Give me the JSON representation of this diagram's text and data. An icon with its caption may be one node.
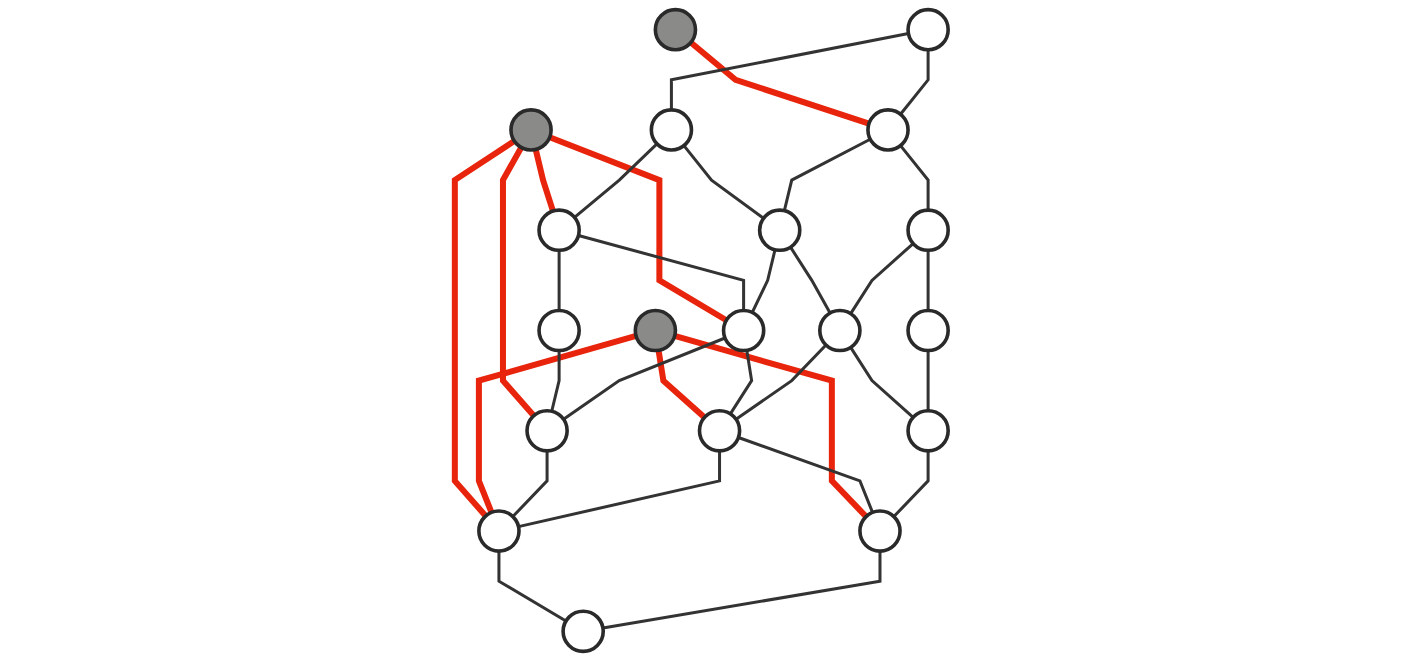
{
  "diagram": {
    "nodes": [
      {
        "text": [],
        "shape": "circle"
      },
      {
        "text": [],
        "shape": "circle"
      },
      {
        "text": [],
        "shape": "circle"
      },
      {
        "text": [],
        "shape": "circle"
      },
      {
        "text": [],
        "shape": "circle"
      },
      {
        "text": [],
        "shape": "circle"
      },
      {
        "text": [],
        "shape": "circle"
      },
      {
        "text": [],
        "shape": "circle"
      },
      {
        "text": [],
        "shape": "circle"
      },
      {
        "text": [],
        "shape": "circle"
      },
      {
        "text": [],
        "shape": "circle"
      },
      {
        "text": [],
        "shape": "circle"
      },
      {
        "text": [],
        "shape": "circle"
      },
      {
        "text": [],
        "shape": "circle"
      },
      {
        "text": [],
        "shape": "circle"
      },
      {
        "text": [],
        "shape": "circle"
      },
      {
        "text": [],
        "shape": "circle"
      },
      {
        "text": [],
        "shape": "circle"
      },
      {
        "text": [],
        "shape": "circle"
      }
    ],
    "edges": [
      {
        "from": 0,
        "to": 4,
        "arrow": "none",
        "style": "thick",
        "color": "#e8250c"
      },
      {
        "from": 1,
        "to": 11,
        "arrow": "none",
        "style": "thick",
        "color": "#e8250c"
      },
      {
        "from": 1,
        "to": 16,
        "arrow": "none",
        "style": "thick",
        "color": "#e8250c"
      },
      {
        "from": 1,
        "to": 12,
        "arrow": "none",
        "style": "thick",
        "color": "#e8250c"
      },
      {
        "from": 1,
        "to": 17,
        "arrow": "none",
        "style": "thick",
        "color": "#e8250c"
      },
      {
        "from": 2,
        "to": 13,
        "arrow": "none",
        "style": "thick",
        "color": "#e8250c"
      },
      {
        "from": 2,
        "to": 17,
        "arrow": "none",
        "style": "thick",
        "color": "#e8250c"
      },
      {
        "from": 2,
        "to": 14,
        "arrow": "none",
        "style": "thick",
        "color": "#e8250c"
      },
      {
        "from": 3,
        "to": 4,
        "arrow": "none"
      },
      {
        "from": 4,
        "to": 5,
        "arrow": "none"
      },
      {
        "from": 5,
        "to": 6,
        "arrow": "none"
      },
      {
        "from": 7,
        "to": 8,
        "arrow": "none"
      },
      {
        "from": 8,
        "to": 9,
        "arrow": "none"
      },
      {
        "from": 9,
        "to": 10,
        "arrow": "none"
      },
      {
        "from": 11,
        "to": 12,
        "arrow": "none"
      },
      {
        "from": 12,
        "to": 13,
        "arrow": "none"
      },
      {
        "from": 13,
        "to": 14,
        "arrow": "none"
      },
      {
        "from": 15,
        "to": 16,
        "arrow": "none"
      },
      {
        "from": 16,
        "to": 17,
        "arrow": "none"
      },
      {
        "from": 17,
        "to": 18,
        "arrow": "none"
      },
      {
        "from": 3,
        "to": 7,
        "arrow": "none"
      },
      {
        "from": 7,
        "to": 11,
        "arrow": "none"
      },
      {
        "from": 11,
        "to": 15,
        "arrow": "none"
      },
      {
        "from": 4,
        "to": 8,
        "arrow": "none"
      },
      {
        "from": 8,
        "to": 12,
        "arrow": "none"
      },
      {
        "from": 12,
        "to": 16,
        "arrow": "none"
      },
      {
        "from": 5,
        "to": 9,
        "arrow": "none"
      },
      {
        "from": 9,
        "to": 13,
        "arrow": "none"
      },
      {
        "from": 13,
        "to": 17,
        "arrow": "none"
      },
      {
        "from": 6,
        "to": 10,
        "arrow": "none"
      },
      {
        "from": 10,
        "to": 14,
        "arrow": "none"
      },
      {
        "from": 14,
        "to": 18,
        "arrow": "none"
      }
    ]
  }
}
